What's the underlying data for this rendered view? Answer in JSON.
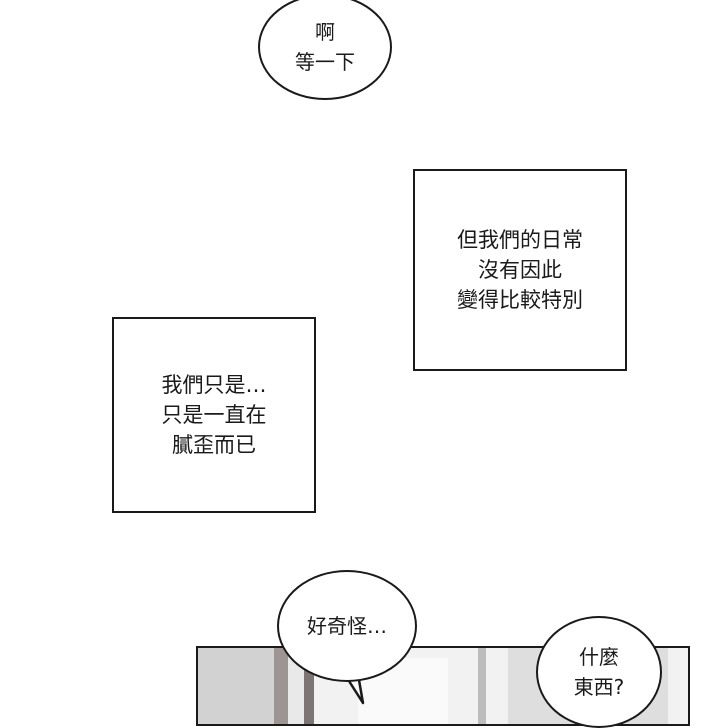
{
  "bubbles": {
    "top": {
      "lines": [
        "啊",
        "等一下"
      ]
    },
    "strange": {
      "lines": [
        "好奇怪…"
      ]
    },
    "what": {
      "lines": [
        "什麼",
        "東西?"
      ]
    }
  },
  "captions": {
    "right": {
      "lines": [
        "但我們的日常",
        "沒有因此",
        "變得比較特別"
      ]
    },
    "left": {
      "lines": [
        "我們只是…",
        "只是一直在",
        "膩歪而已"
      ]
    }
  }
}
